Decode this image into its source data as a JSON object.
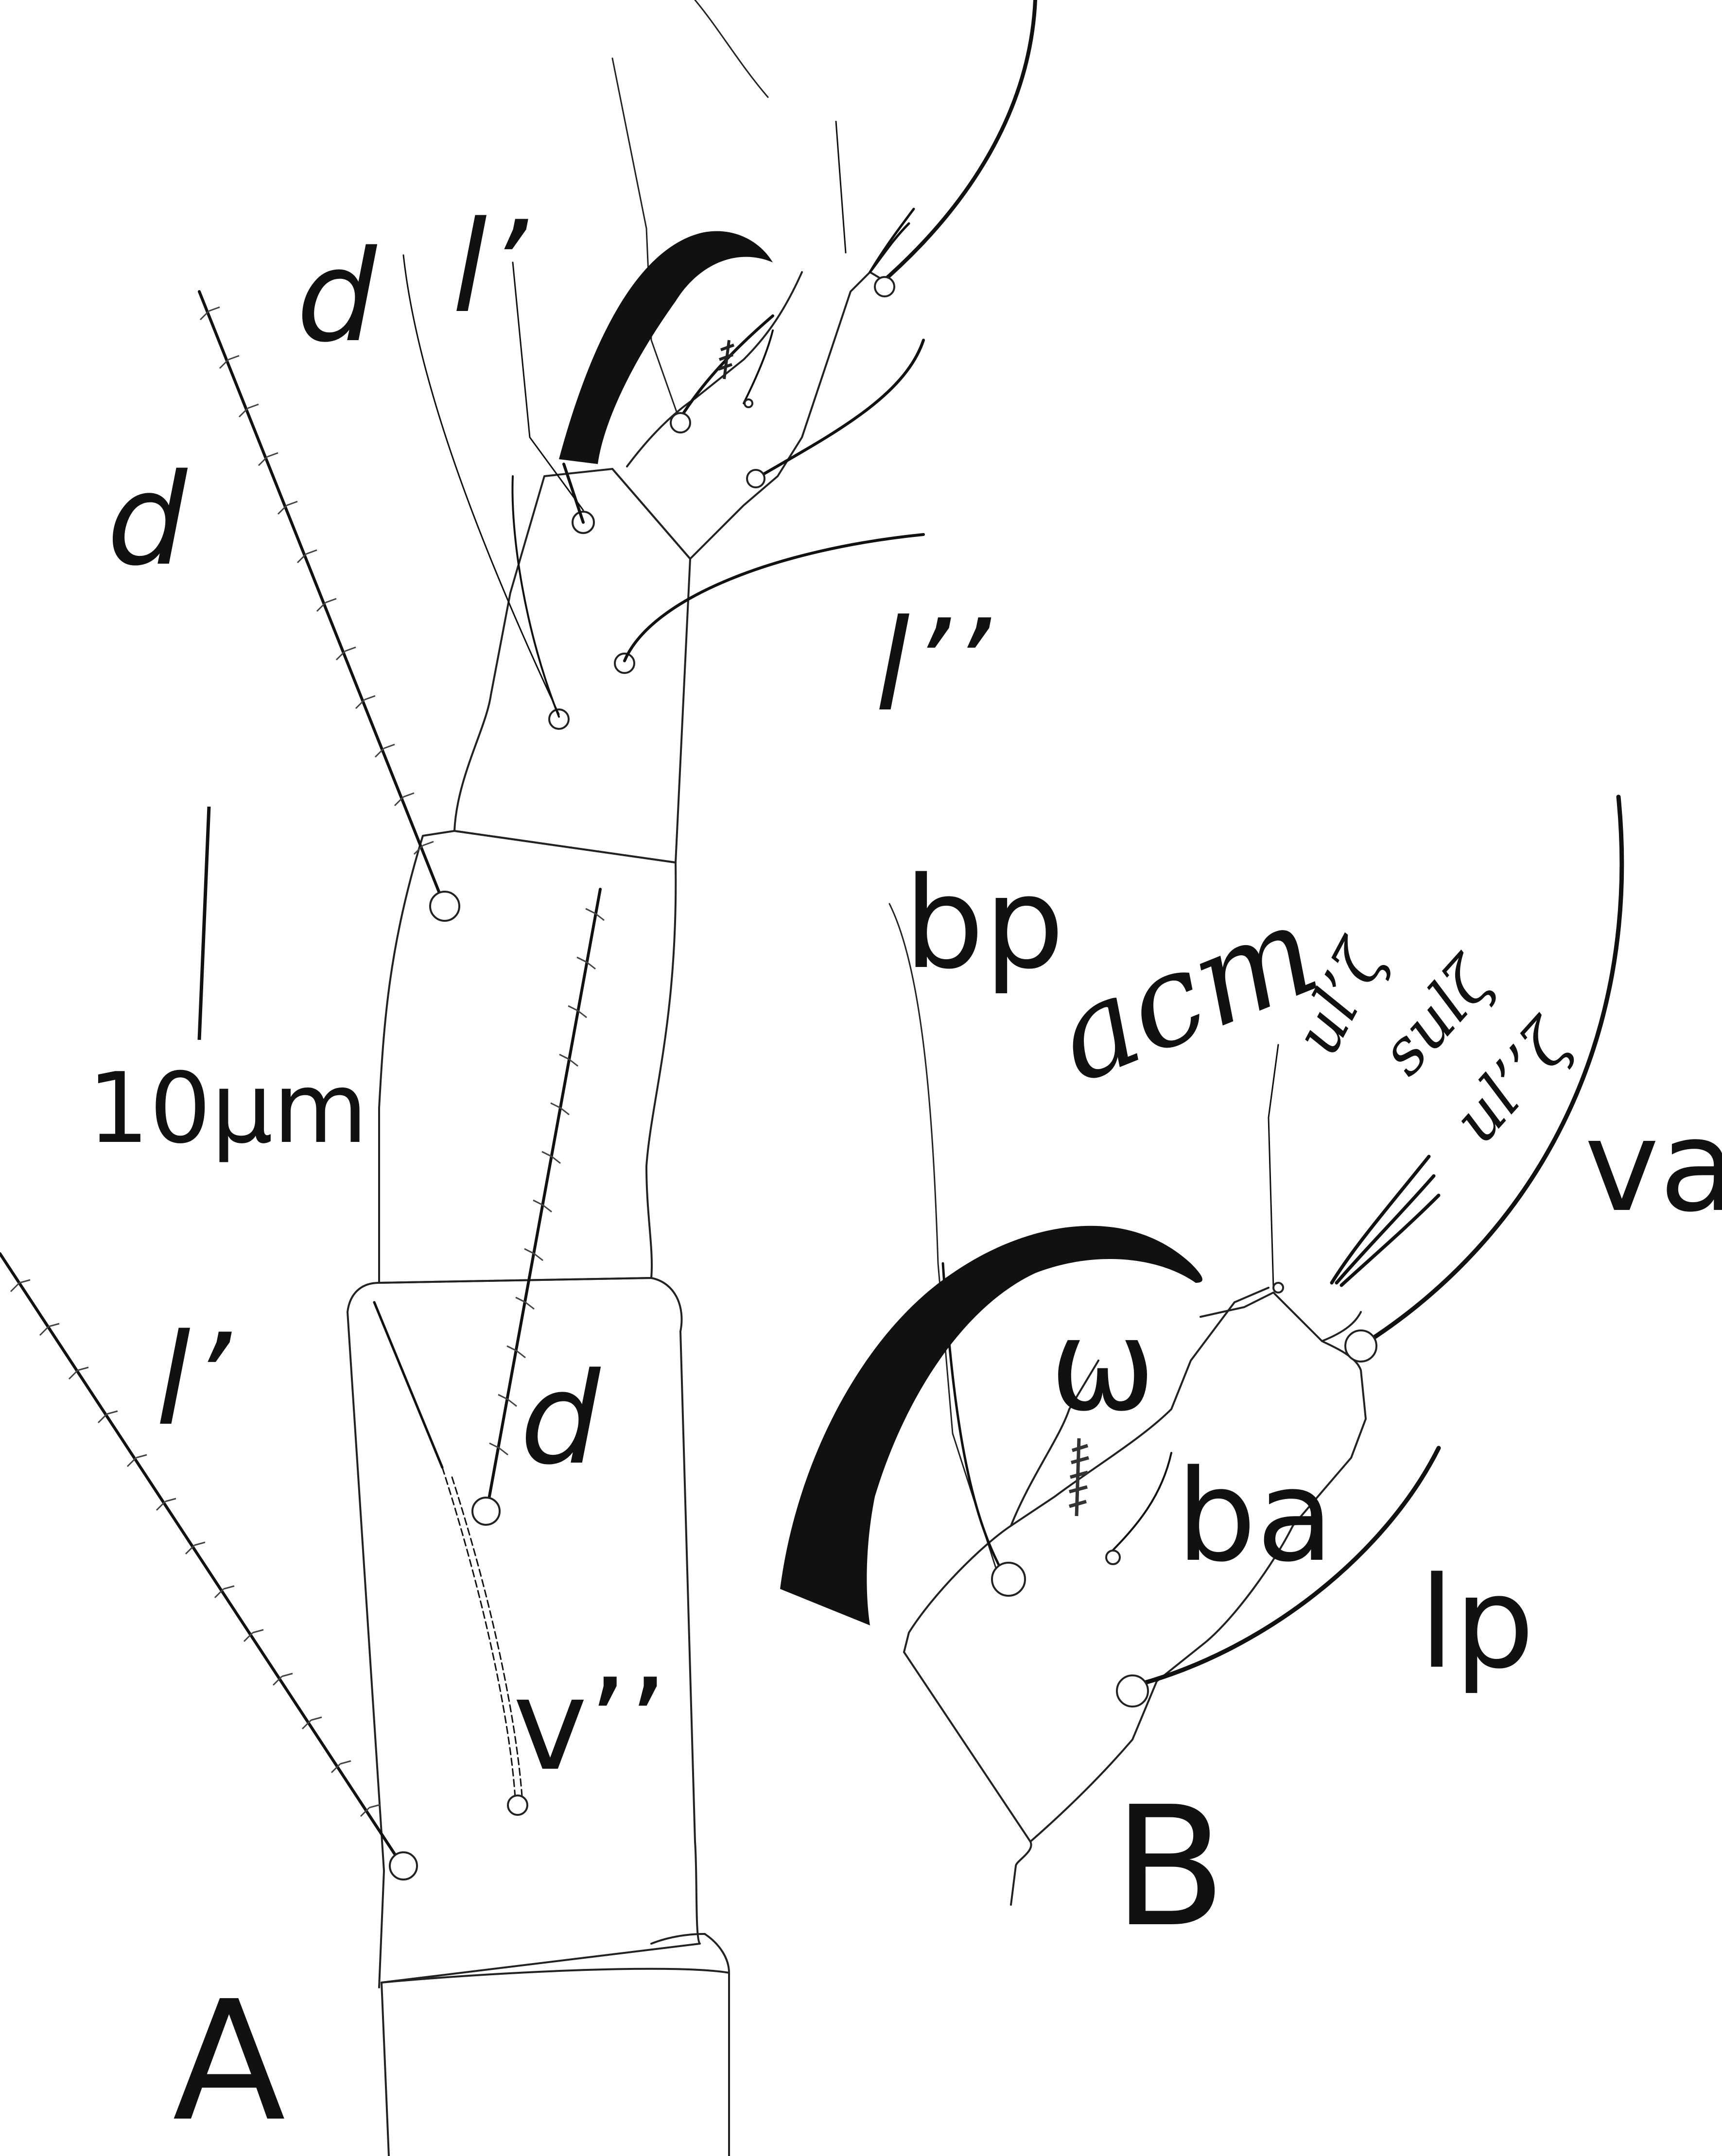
{
  "panel_labels": {
    "a": "A",
    "b": "B"
  },
  "scale_bar": {
    "label": "10µm"
  },
  "panel_a": {
    "labels": {
      "d_top": "d",
      "l_prime_top": "l’",
      "d_left": "d",
      "l_double_prime": "l’’",
      "l_prime_left": "l’",
      "d_mid": "d",
      "v_double_prime": "v’’"
    }
  },
  "panel_b": {
    "labels": {
      "bp": "bp",
      "acm": "acm",
      "ul_prime_zeta": "ul’ζ",
      "sul_zeta": "sulζ",
      "ul_double_prime_zeta": "ul’’ζ",
      "va": "va",
      "omega": "ω",
      "ba": "ba",
      "lp": "lp"
    }
  },
  "colors": {
    "ink": "#111111",
    "background": "#ffffff"
  }
}
